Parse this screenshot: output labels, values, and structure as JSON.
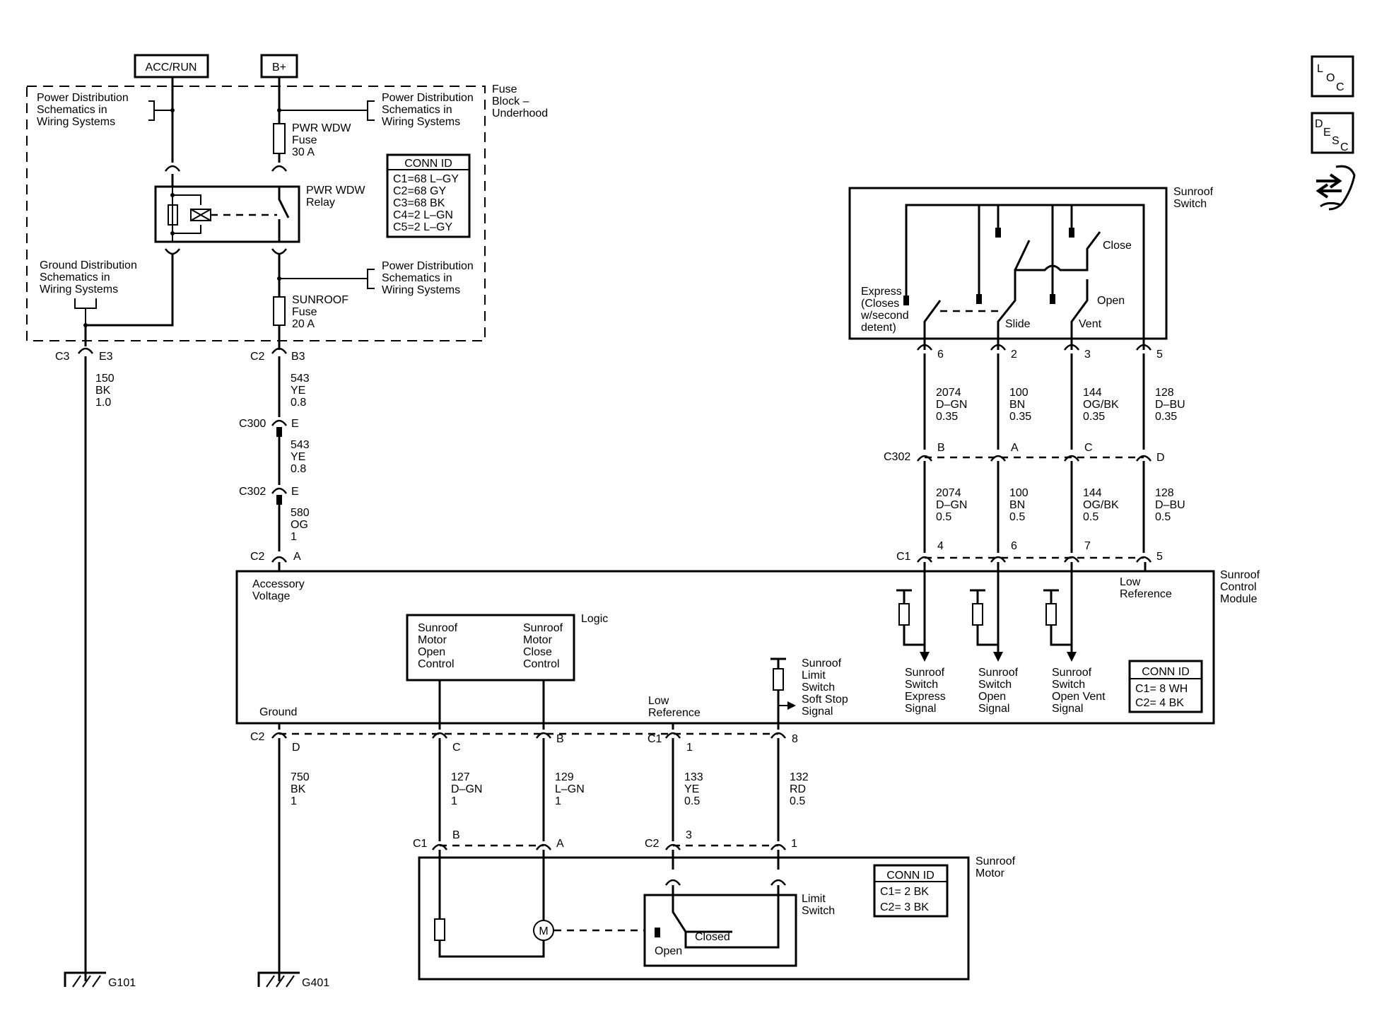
{
  "sources": {
    "acc_run": "ACC/RUN",
    "b_plus": "B+"
  },
  "power_dist_label": [
    "Power Distribution",
    "Schematics in",
    "Wiring Systems"
  ],
  "ground_dist_label": [
    "Ground Distribution",
    "Schematics in",
    "Wiring Systems"
  ],
  "fuse_block_label": [
    "Fuse",
    "Block –",
    "Underhood"
  ],
  "pwr_wdw_fuse": [
    "PWR WDW",
    "Fuse",
    "30 A"
  ],
  "pwr_wdw_relay": [
    "PWR WDW",
    "Relay"
  ],
  "sunroof_fuse": [
    "SUNROOF",
    "Fuse",
    "20 A"
  ],
  "fuse_conn_id": {
    "title": "CONN ID",
    "items": [
      "C1=68 L–GY",
      "C2=68 GY",
      "C3=68 BK",
      "C4=2 L–GN",
      "C5=2 L–GY"
    ]
  },
  "fuse_block_pins": {
    "c3": "C3",
    "e3": "E3",
    "c2": "C2",
    "b3": "B3"
  },
  "wires_left": {
    "w150": [
      "150",
      "BK",
      "1.0"
    ],
    "w543a": [
      "543",
      "YE",
      "0.8"
    ],
    "w543b": [
      "543",
      "YE",
      "0.8"
    ],
    "w580": [
      "580",
      "OG",
      "1"
    ]
  },
  "inline_connectors": {
    "c300": "C300",
    "c302": "C302",
    "e": "E",
    "c2": "C2",
    "a": "A"
  },
  "control_module": {
    "name": [
      "Sunroof",
      "Control",
      "Module"
    ],
    "accessory_voltage": [
      "Accessory",
      "Voltage"
    ],
    "ground": "Ground",
    "low_reference_bottom": [
      "Low",
      "Reference"
    ],
    "low_reference_top": [
      "Low",
      "Reference"
    ],
    "logic_label": "Logic",
    "logic_open": [
      "Sunroof",
      "Motor",
      "Open",
      "Control"
    ],
    "logic_close": [
      "Sunroof",
      "Motor",
      "Close",
      "Control"
    ],
    "limit_signal": [
      "Sunroof",
      "Limit",
      "Switch",
      "Soft Stop",
      "Signal"
    ],
    "express_signal": [
      "Sunroof",
      "Switch",
      "Express",
      "Signal"
    ],
    "open_signal": [
      "Sunroof",
      "Switch",
      "Open",
      "Signal"
    ],
    "open_vent_signal": [
      "Sunroof",
      "Switch",
      "Open Vent",
      "Signal"
    ],
    "conn_id": {
      "title": "CONN ID",
      "items": [
        "C1= 8 WH",
        "C2= 4 BK"
      ]
    }
  },
  "sunroof_switch": {
    "name": [
      "Sunroof",
      "Switch"
    ],
    "close": "Close",
    "open": "Open",
    "express": [
      "Express",
      "(Closes",
      "w/second",
      "detent)"
    ],
    "slide": "Slide",
    "vent": "Vent",
    "pins": [
      "6",
      "2",
      "3",
      "5"
    ]
  },
  "switch_wires_upper": [
    [
      "2074",
      "D–GN",
      "0.35"
    ],
    [
      "100",
      "BN",
      "0.35"
    ],
    [
      "144",
      "OG/BK",
      "0.35"
    ],
    [
      "128",
      "D–BU",
      "0.35"
    ]
  ],
  "c302_right": {
    "label": "C302",
    "pins": [
      "B",
      "A",
      "C",
      "D"
    ]
  },
  "switch_wires_lower": [
    [
      "2074",
      "D–GN",
      "0.5"
    ],
    [
      "100",
      "BN",
      "0.5"
    ],
    [
      "144",
      "OG/BK",
      "0.5"
    ],
    [
      "128",
      "D–BU",
      "0.5"
    ]
  ],
  "module_c1_top": {
    "label": "C1",
    "pins": [
      "4",
      "6",
      "7",
      "5"
    ]
  },
  "module_bottom_pins": {
    "c2": "C2",
    "d": "D",
    "c": "C",
    "b": "B",
    "c1": "C1",
    "p1": "1",
    "p8": "8"
  },
  "bottom_wires": {
    "w750": [
      "750",
      "BK",
      "1"
    ],
    "w127": [
      "127",
      "D–GN",
      "1"
    ],
    "w129": [
      "129",
      "L–GN",
      "1"
    ],
    "w133": [
      "133",
      "YE",
      "0.5"
    ],
    "w132": [
      "132",
      "RD",
      "0.5"
    ]
  },
  "motor": {
    "name": [
      "Sunroof",
      "Motor"
    ],
    "c1": "C1",
    "b": "B",
    "a": "A",
    "c2": "C2",
    "p3": "3",
    "p1": "1",
    "motor_symbol": "M",
    "limit_switch": [
      "Limit",
      "Switch"
    ],
    "closed": "Closed",
    "open": "Open",
    "conn_id": {
      "title": "CONN ID",
      "items": [
        "C1= 2 BK",
        "C2= 3 BK"
      ]
    }
  },
  "grounds": {
    "g101": "G101",
    "g401": "G401"
  },
  "side_icons": {
    "loc": [
      "L",
      "O",
      "C"
    ],
    "desc": [
      "D",
      "E",
      "S",
      "C"
    ],
    "connector_icon": "connector-repair-icon"
  }
}
